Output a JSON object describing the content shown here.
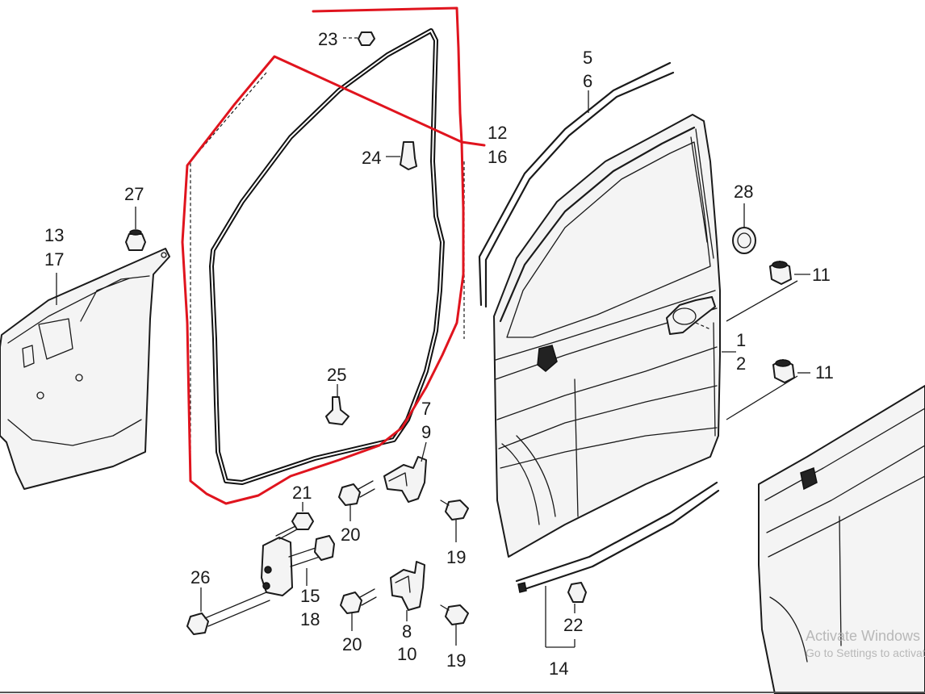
{
  "diagram": {
    "callouts": {
      "c1": "1",
      "c2": "2",
      "c5": "5",
      "c6": "6",
      "c7": "7",
      "c9": "9",
      "c8": "8",
      "c10": "10",
      "c11a": "11",
      "c11b": "11",
      "c12": "12",
      "c16": "16",
      "c13": "13",
      "c17": "17",
      "c14": "14",
      "c15": "15",
      "c18": "18",
      "c19a": "19",
      "c19b": "19",
      "c20a": "20",
      "c20b": "20",
      "c21": "21",
      "c22": "22",
      "c23": "23",
      "c24": "24",
      "c25": "25",
      "c26": "26",
      "c27": "27",
      "c28": "28"
    },
    "highlight_color": "#e0141e"
  },
  "watermark": {
    "line1": "Activate Windows",
    "line2": "Go to Settings to activate"
  }
}
